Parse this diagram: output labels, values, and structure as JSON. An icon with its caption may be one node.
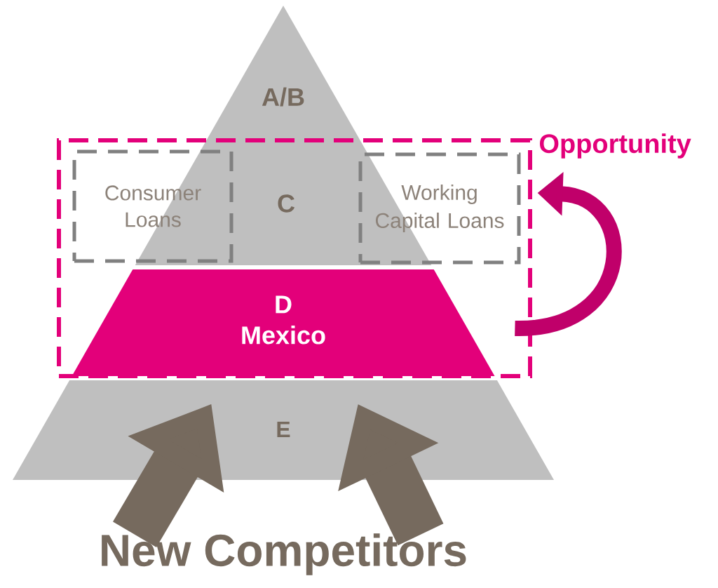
{
  "diagram": {
    "nodes": [
      {
        "text": [
          "A/B"
        ]
      },
      {
        "text": [
          "Opportunity"
        ]
      },
      {
        "text": [
          "Consumer Loans"
        ],
        "in": 1
      },
      {
        "text": [
          "C"
        ],
        "in": 1
      },
      {
        "text": [
          "Working Capital Loans"
        ],
        "in": 1
      },
      {
        "text": [
          "D",
          "Mexico"
        ],
        "in": 1
      },
      {
        "text": [
          "E"
        ]
      },
      {
        "text": [
          "New Competitors"
        ]
      }
    ],
    "edges": [
      {
        "from": 5,
        "to": 4,
        "arrow": "to",
        "color": "#c0006a"
      },
      {
        "from": 7,
        "to": 6,
        "arrow": "to"
      },
      {
        "from": 7,
        "to": 6,
        "arrow": "to"
      }
    ]
  }
}
